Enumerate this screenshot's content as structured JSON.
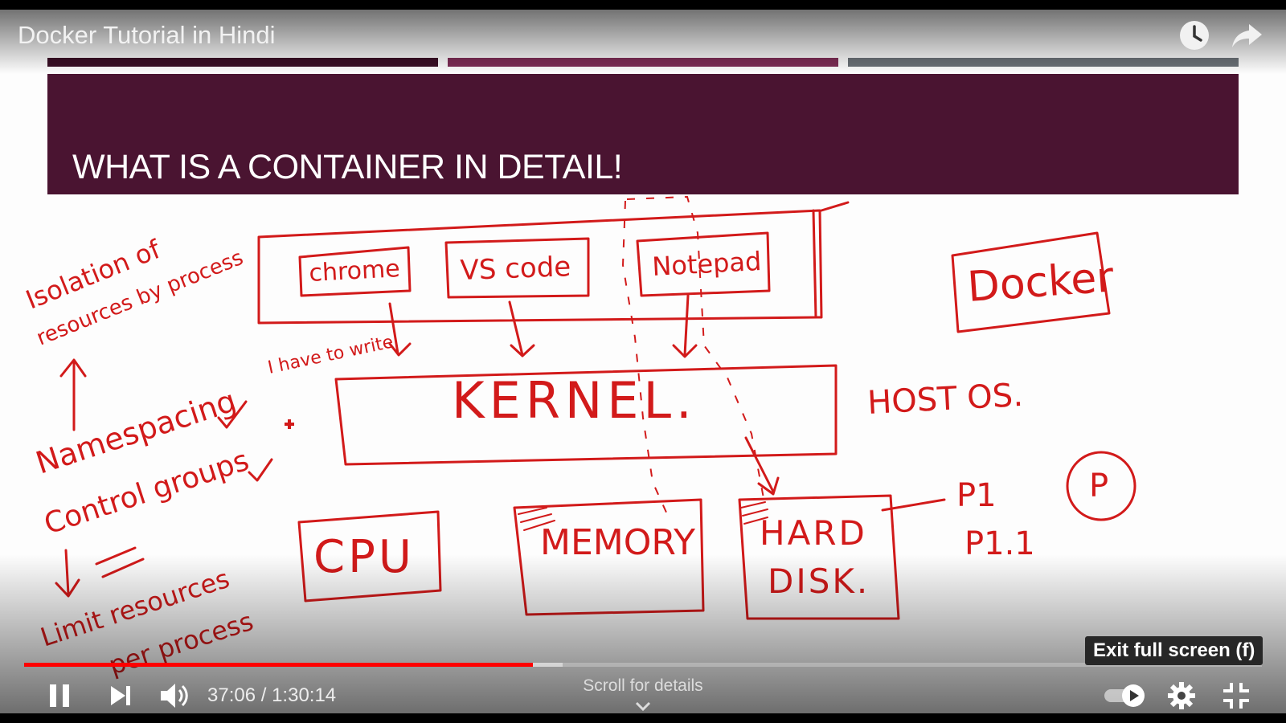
{
  "player": {
    "video_title": "Docker Tutorial in Hindi",
    "time_current": "37:06",
    "time_separator": " / ",
    "time_total": "1:30:14",
    "progress_played": 0.411,
    "progress_buffered": 0.435,
    "scroll_hint": "Scroll for details",
    "tooltip": "Exit full screen (f)",
    "icons": {
      "watch_later": "clock-icon",
      "share": "share-arrow-icon",
      "pause": "pause-icon",
      "next": "next-icon",
      "volume": "volume-icon",
      "autoplay": "autoplay-toggle-icon",
      "settings": "gear-icon",
      "fullscreen_exit": "exit-fullscreen-icon",
      "scroll": "chevron-down-icon"
    },
    "colors": {
      "progress": "#ff0000",
      "banner": "#4a1431",
      "ink": "#d21a1a"
    }
  },
  "slide": {
    "title": "WHAT IS A CONTAINER IN DETAIL!",
    "accent_colors": [
      "#3a0f26",
      "#7e2d56",
      "#6b7177"
    ]
  },
  "annotations": {
    "apps": [
      "chrome",
      "VS code",
      "Notepad"
    ],
    "kernel": "KERNEL.",
    "host_os": "HOST OS.",
    "docker": "Docker",
    "hardware": [
      "CPU",
      "MEMORY",
      "HARD",
      "DISK."
    ],
    "write_note": "I have to write",
    "isolation_line1": "Isolation of",
    "isolation_line2": "resources by process",
    "namespacing": "Namespacing",
    "control_groups": "Control groups",
    "limit_line1": "Limit resources",
    "limit_line2": "per process",
    "processes": [
      "P1",
      "P1.1"
    ],
    "circle_label": "P"
  }
}
